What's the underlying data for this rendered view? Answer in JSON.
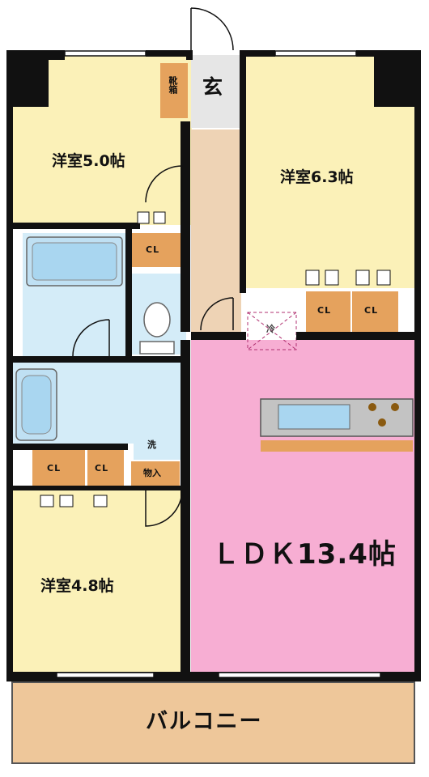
{
  "rooms": {
    "bedroom_nw": "洋室5.0帖",
    "bedroom_ne": "洋室6.3帖",
    "bedroom_sw": "洋室4.8帖",
    "ldk": "ＬＤＫ13.4帖",
    "balcony": "バルコニー",
    "entrance": "玄",
    "shoe_box": "靴箱",
    "closet": "CL",
    "laundry": "洗",
    "storage": "物入",
    "fridge": "冷"
  },
  "colors": {
    "bedroom": "#fbf1b8",
    "ldk": "#f7aed3",
    "wet_area": "#d4ecf8",
    "hallway": "#eed3b5",
    "closet": "#e5a25d",
    "balcony": "#eec79a",
    "wall": "#111111",
    "entrance": "#e6e6e6"
  }
}
